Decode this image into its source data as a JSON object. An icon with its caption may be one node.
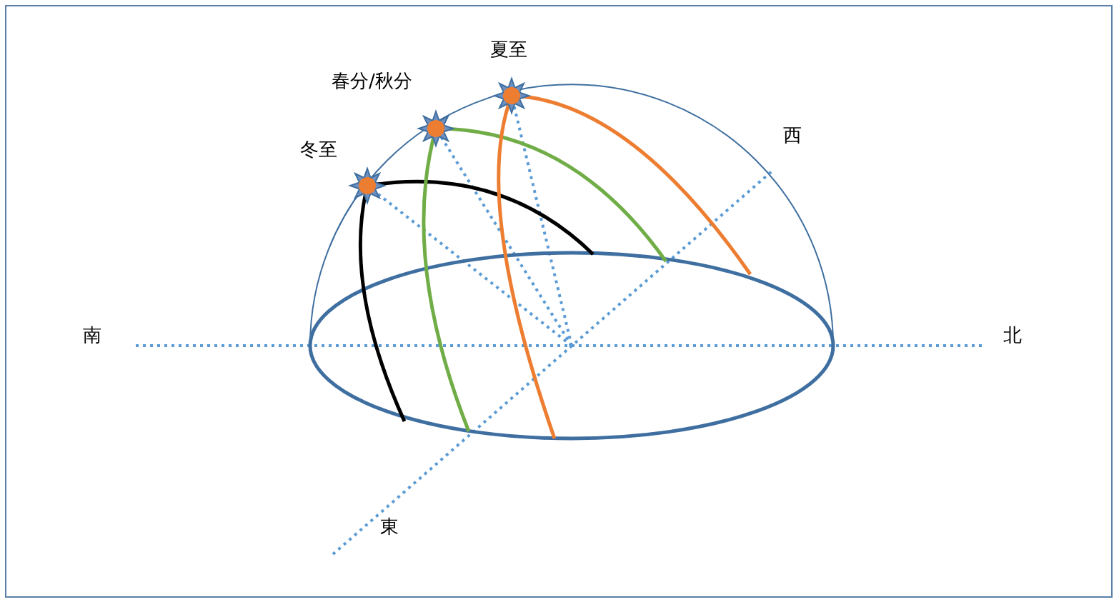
{
  "diagram": {
    "labels": [
      "夏至",
      "春分/秋分",
      "冬至",
      "西",
      "南",
      "北",
      "東"
    ]
  }
}
